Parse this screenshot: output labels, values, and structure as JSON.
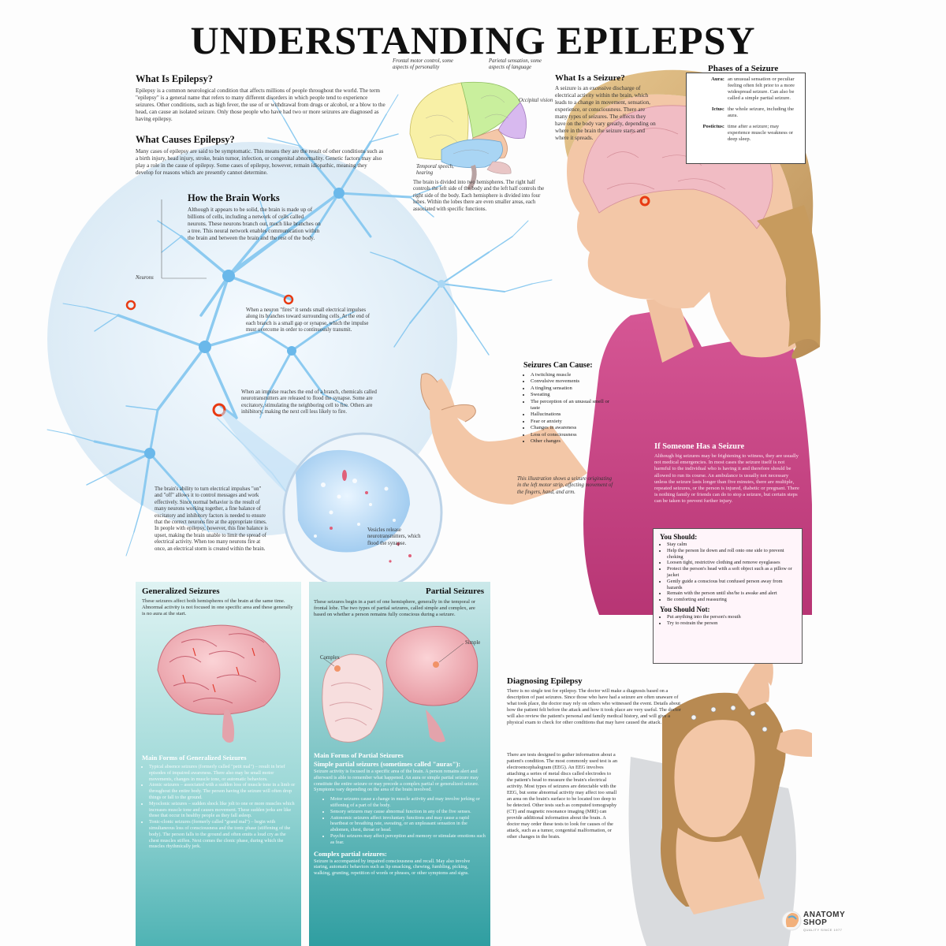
{
  "title": "UNDERSTANDING EPILEPSY",
  "sections": {
    "what_is_epilepsy": {
      "heading": "What Is Epilepsy?",
      "body": "Epilepsy is a common neurological condition that affects millions of people throughout the world. The term \"epilepsy\" is a general name that refers to many different disorders in which people tend to experience seizures. Other conditions, such as high fever, the use of or withdrawal from drugs or alcohol, or a blow to the head, can cause an isolated seizure. Only those people who have had two or more seizures are diagnosed as having epilepsy."
    },
    "what_causes": {
      "heading": "What Causes Epilepsy?",
      "body": "Many cases of epilepsy are said to be symptomatic. This means they are the result of other conditions such as a birth injury, head injury, stroke, brain tumor, infection, or congenital abnormality. Genetic factors may also play a role in the cause of epilepsy. Some cases of epilepsy, however, remain idiopathic, meaning they develop for reasons which are presently cannot determine."
    },
    "how_brain_works": {
      "heading": "How the Brain Works",
      "body": "Although it appears to be solid, the brain is made up of billions of cells, including a network of cells called neurons. These neurons branch out, much like branches on a tree. This neural network enables communication within the brain and between the brain and the rest of the body."
    },
    "what_is_seizure": {
      "heading": "What Is a Seizure?",
      "body": "A seizure is an excessive discharge of electrical activity within the brain, which leads to a change in movement, sensation, experience, or consciousness. There are many types of seizures. The effects they have on the body vary greatly, depending on where in the brain the seizure starts and where it spreads."
    },
    "phases": {
      "heading": "Phases of a Seizure",
      "rows": [
        {
          "term": "Aura:",
          "desc": "an unusual sensation or peculiar feeling often felt prior to a more widespread seizure. Can also be called a simple partial seizure."
        },
        {
          "term": "Ictus:",
          "desc": "the whole seizure, including the aura."
        },
        {
          "term": "Postictus:",
          "desc": "time after a seizure; may experience muscle weakness or deep sleep."
        }
      ]
    },
    "seizures_can_cause": {
      "heading": "Seizures Can Cause:",
      "items": [
        "A twitching muscle",
        "Convulsive movements",
        "A tingling sensation",
        "Sweating",
        "The perception of an unusual smell or taste",
        "Hallucinations",
        "Fear or anxiety",
        "Changes in awareness",
        "Loss of consciousness",
        "Other changes"
      ]
    },
    "someone_has_seizure": {
      "heading": "If Someone Has a Seizure",
      "body": "Although big seizures may be frightening to witness, they are usually not medical emergencies. In most cases the seizure itself is not harmful to the individual who is having it and therefore should be allowed to run its course. An ambulance is usually not necessary unless the seizure lasts longer than five minutes, there are multiple, repeated seizures, or the person is injured, diabetic or pregnant. There is nothing family or friends can do to stop a seizure, but certain steps can be taken to prevent further injury."
    },
    "you_should": {
      "heading": "You Should:",
      "items": [
        "Stay calm",
        "Help the person lie down and roll onto one side to prevent choking",
        "Loosen tight, restrictive clothing and remove eyeglasses",
        "Protect the person's head with a soft object such as a pillow or jacket",
        "Gently guide a conscious but confused person away from hazards",
        "Remain with the person until she/he is awake and alert",
        "Be comforting and reassuring"
      ]
    },
    "you_should_not": {
      "heading": "You Should Not:",
      "items": [
        "Put anything into the person's mouth",
        "Try to restrain the person"
      ]
    },
    "generalized": {
      "heading": "Generalized Seizures",
      "body": "These seizures affect both hemispheres of the brain at the same time. Abnormal activity is not focused in one specific area and these generally is no aura at the start.",
      "forms_heading": "Main Forms of Generalized Seizures",
      "forms": [
        "Typical absence seizures (formerly called \"petit mal\") – result in brief episodes of impaired awareness. There also may be small motor movements, changes in muscle tone, or automatic behaviors.",
        "Atonic seizures – associated with a sudden loss of muscle tone in a limb or throughout the entire body. The person having the seizure will often drop things or fall to the ground.",
        "Myoclonic seizures – sudden shock like jolt to one or more muscles which increases muscle tone and causes movement. These sudden jerks are like those that occur in healthy people as they fall asleep.",
        "Tonic-clonic seizures (formerly called \"grand mal\") – begin with simultaneous loss of consciousness and the tonic phase (stiffening of the body). The person falls to the ground and often emits a loud cry as the chest muscles stiffen. Next comes the clonic phase, during which the muscles rhythmically jerk."
      ]
    },
    "partial": {
      "heading": "Partial Seizures",
      "body": "These seizures begin in a part of one hemisphere, generally in the temporal or frontal lobe. The two types of partial seizures, called simple and complex, are based on whether a person remains fully conscious during a seizure.",
      "label_simple": "Simple",
      "label_complex": "Complex",
      "forms_heading": "Main Forms of Partial Seizures",
      "simple_heading": "Simple partial seizures (sometimes called \"auras\"):",
      "simple_body": "Seizure activity is focused in a specific area of the brain. A person remains alert and afterward is able to remember what happened. An aura or simple partial seizure may constitute the entire seizure or may precede a complex partial or generalized seizure. Symptoms vary depending on the area of the brain involved.",
      "simple_items": [
        "Motor seizures cause a change in muscle activity and may involve jerking or stiffening of a part of the body.",
        "Sensory seizures may cause abnormal function in any of the five senses.",
        "Autonomic seizures affect involuntary functions and may cause a rapid heartbeat or breathing rate, sweating, or an unpleasant sensation in the abdomen, chest, throat or head.",
        "Psychic seizures may affect perception and memory or stimulate emotions such as fear."
      ],
      "complex_heading": "Complex partial seizures:",
      "complex_body": "Seizure is accompanied by impaired consciousness and recall. May also involve staring, automatic behaviors such as lip smacking, chewing, fumbling, picking, walking, grunting, repetition of words or phrases, or other symptoms and signs."
    },
    "diagnosing": {
      "heading": "Diagnosing Epilepsy",
      "body": "There is no single test for epilepsy. The doctor will make a diagnosis based on a description of past seizures. Since those who have had a seizure are often unaware of what took place, the doctor may rely on others who witnessed the event. Details about how the patient felt before the attack and how it took place are very useful. The doctor will also review the patient's personal and family medical history, and will give a physical exam to check for other conditions that may have caused the attack.",
      "body2": "There are tests designed to gather information about a patient's condition. The most commonly used test is an electroencephalogram (EEG). An EEG involves attaching a series of metal discs called electrodes to the patient's head to measure the brain's electrical activity. Most types of seizures are detectable with the EEG, but some abnormal activity may affect too small an area on the brain's surface to be located too deep to be detected. Other tests such as computed tomography (CT) and magnetic resonance imaging (MRI) can provide additional information about the brain. A doctor may order these tests to look for causes of the attack, such as a tumor, congenital malformation, or other changes in the brain."
    },
    "neuron_notes": {
      "fire": "When a neuron \"fires\" it sends small electrical impulses along its branches toward surrounding cells. At the end of each branch is a small gap or synapse, which the impulse must overcome in order to continuously transmit.",
      "impulse": "When an impulse reaches the end of a branch, chemicals called neurotransmitters are released to flood the synapse. Some are excitatory, stimulating the neighboring cell to fire. Others are inhibitory, making the next cell less likely to fire.",
      "balance": "The brain's ability to turn electrical impulses \"on\" and \"off\" allows it to control messages and work effectively. Since normal behavior is the result of many neurons working together, a fine balance of excitatory and inhibitory factors is needed to ensure that the correct neurons fire at the appropriate times. In people with epilepsy, however, this fine balance is upset, making the brain unable to limit the spread of electrical activity. When too many neurons fire at once, an electrical storm is created within the brain.",
      "neurons_label": "Neurons",
      "vesicles": "Vesicles release neurotransmitters, which flood the synapse."
    },
    "brain_labels": {
      "frontal": "Frontal motor control, some aspects of personality",
      "parietal": "Parietal sensation, some aspects of language",
      "occipital": "Occipital vision",
      "temporal": "Temporal speech, hearing",
      "hemispheres": "The brain is divided into two hemispheres. The right half controls the left side of the body and the left half controls the right side of the body. Each hemisphere is divided into four lobes. Within the lobes there are even smaller areas, each associated with specific functions."
    },
    "seizure_caption": "This illustration shows a seizure originating in the left motor strip, affecting movement of the fingers, hand, and arm."
  },
  "logo": {
    "name_line1": "ANATOMY",
    "name_line2": "SHOP",
    "tagline": "QUALITY SINCE 1977"
  },
  "colors": {
    "teal": "#4fb3b4",
    "neuron_blue": "#7fc4ec",
    "brain_pink": "#f2b9bf",
    "shirt_pink": "#c8407f",
    "skin": "#f3c7a7",
    "hair": "#d8b27a",
    "seizure_red": "#e83a12"
  }
}
